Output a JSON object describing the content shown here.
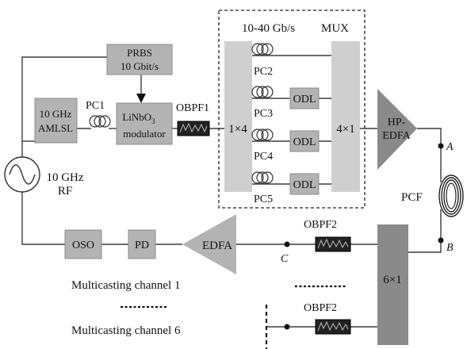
{
  "labels": {
    "mux_rate": "10-40 Gb/s",
    "mux": "MUX",
    "prbs_line1": "PRBS",
    "prbs_line2": "10 Gbit/s",
    "pc1": "PC1",
    "amlsl_line1": "10 GHz",
    "amlsl_line2": "AMLSL",
    "modulator_line1": "LiNbO",
    "modulator_sub": "3",
    "modulator_line2": "modulator",
    "obpf1": "OBPF1",
    "splitter": "1×4",
    "combiner": "4×1",
    "pc2": "PC2",
    "pc3": "PC3",
    "pc4": "PC4",
    "pc5": "PC5",
    "odl": "ODL",
    "hp_edfa_line1": "HP-",
    "hp_edfa_line2": "EDFA",
    "point_a": "A",
    "point_b": "B",
    "point_c": "C",
    "pcf": "PCF",
    "rf_line1": "10 GHz",
    "rf_line2": "RF",
    "oso": "OSO",
    "pd": "PD",
    "edfa": "EDFA",
    "obpf2": "OBPF2",
    "coupler": "6×1",
    "channel1": "Multicasting channel 1",
    "channel6": "Multicasting channel 6"
  }
}
